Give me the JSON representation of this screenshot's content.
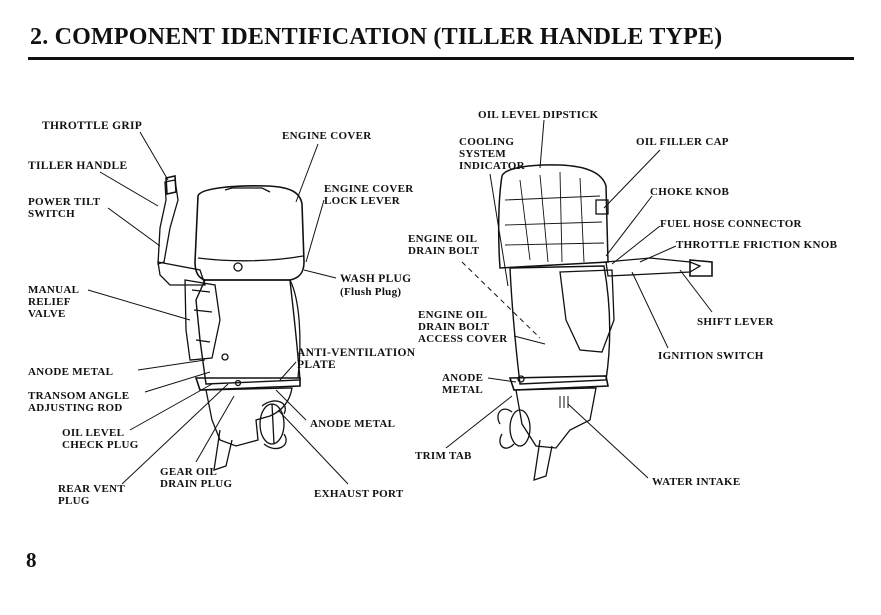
{
  "title": "2. COMPONENT IDENTIFICATION (TILLER HANDLE TYPE)",
  "page_number": "8",
  "labels": {
    "throttle_grip": "THROTTLE GRIP",
    "tiller_handle": "TILLER HANDLE",
    "power_tilt_switch": "POWER TILT\nSWITCH",
    "manual_relief_valve": "MANUAL\nRELIEF\nVALVE",
    "anode_metal_left": "ANODE METAL",
    "transom_angle_rod": "TRANSOM ANGLE\nADJUSTING ROD",
    "oil_level_check_plug": "OIL LEVEL\nCHECK PLUG",
    "rear_vent_plug": "REAR VENT\nPLUG",
    "gear_oil_drain_plug": "GEAR OIL\nDRAIN PLUG",
    "exhaust_port": "EXHAUST PORT",
    "anode_metal_mid": "ANODE METAL",
    "anti_ventilation_plate": "ANTI-VENTILATION\nPLATE",
    "wash_plug": "WASH PLUG",
    "wash_plug_sub": "(Flush Plug)",
    "engine_cover_lock_lever": "ENGINE COVER\nLOCK LEVER",
    "engine_cover": "ENGINE COVER",
    "engine_oil_drain_bolt": "ENGINE OIL\nDRAIN BOLT",
    "engine_oil_drain_bolt_access_cover": "ENGINE OIL\nDRAIN BOLT\nACCESS COVER",
    "anode_metal_right": "ANODE\nMETAL",
    "trim_tab": "TRIM TAB",
    "oil_level_dipstick": "OIL LEVEL DIPSTICK",
    "cooling_system_indicator": "COOLING\nSYSTEM\nINDICATOR",
    "oil_filler_cap": "OIL FILLER CAP",
    "choke_knob": "CHOKE KNOB",
    "fuel_hose_connector": "FUEL HOSE CONNECTOR",
    "throttle_friction_knob": "THROTTLE FRICTION KNOB",
    "shift_lever": "SHIFT LEVER",
    "ignition_switch": "IGNITION SWITCH",
    "water_intake": "WATER INTAKE"
  }
}
